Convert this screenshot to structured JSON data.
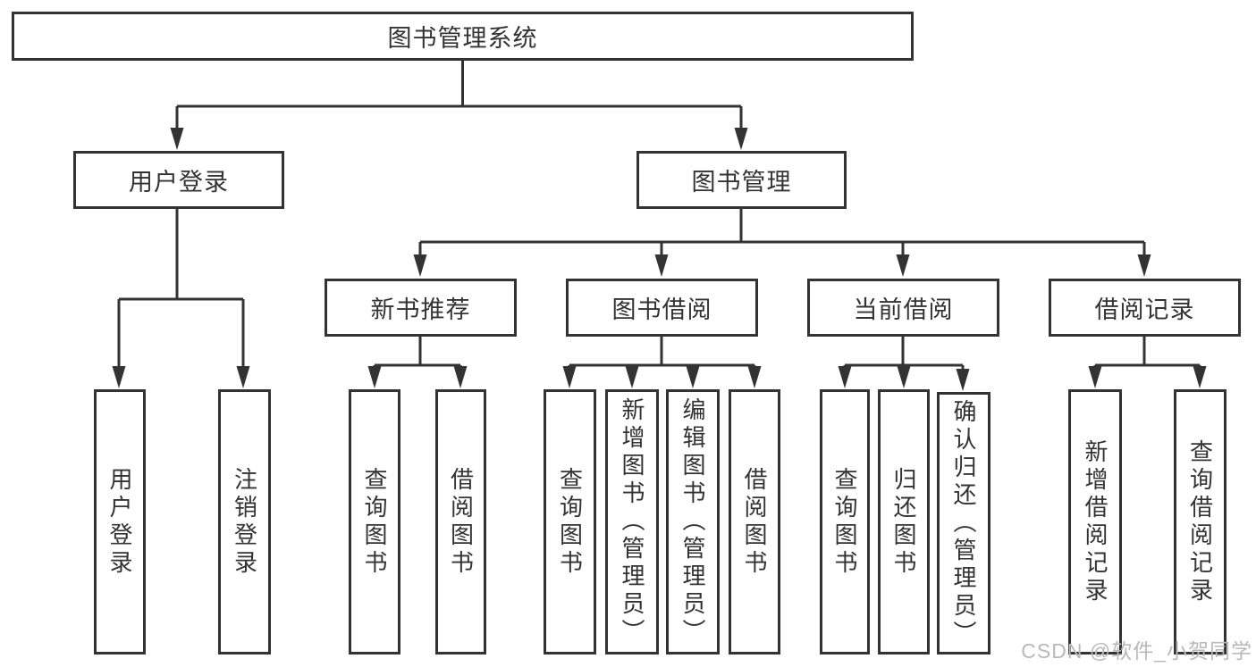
{
  "tree": {
    "root": {
      "label": "图书管理系统"
    },
    "login": {
      "label": "用户登录",
      "children": [
        "用户登录",
        "注销登录"
      ]
    },
    "mgmt": {
      "label": "图书管理"
    },
    "newbook": {
      "label": "新书推荐",
      "children": [
        "查询图书",
        "借阅图书"
      ]
    },
    "bookBorrow": {
      "label": "图书借阅",
      "children": [
        "查询图书",
        "新增图书（管理员）",
        "编辑图书（管理员）",
        "借阅图书"
      ]
    },
    "currentBorrow": {
      "label": "当前借阅",
      "children": [
        "查询图书",
        "归还图书",
        "确认归还（管理员）"
      ]
    },
    "records": {
      "label": "借阅记录",
      "children": [
        "新增借阅记录",
        "查询借阅记录"
      ]
    }
  },
  "watermark": {
    "text": "CSDN @软件_小贺同学"
  },
  "colors": {
    "line": "#333333",
    "border": "#333333",
    "text": "#333333",
    "watermark": "#b9b9b9",
    "background": "#ffffff"
  }
}
